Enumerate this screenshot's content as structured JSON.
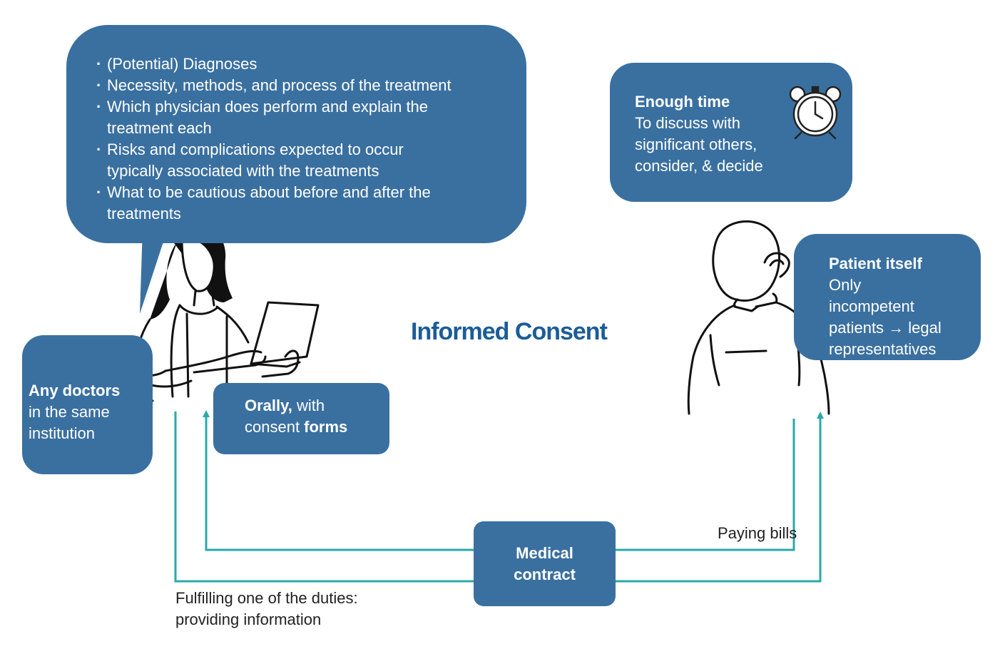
{
  "title": "Informed Consent",
  "info_bubble": {
    "items": [
      "(Potential) Diagnoses",
      "Necessity, methods, and process of the treatment",
      "Which physician does perform and explain the treatment each",
      "Risks and complications expected to occur typically associated with the treatments",
      "What to be cautious about before and after the treatments"
    ]
  },
  "time_box": {
    "heading": "Enough time",
    "text": "To discuss with significant others, consider, & decide",
    "icon": "alarm-clock-icon"
  },
  "patient_box": {
    "heading": "Patient itself",
    "text": "Only incompetent patients → legal representatives"
  },
  "doctors_box": {
    "heading": "Any doctors",
    "text": "in the same institution"
  },
  "orally_box": {
    "bold1": "Orally,",
    "text1": " with",
    "text2": "consent ",
    "bold2": "forms"
  },
  "contract_box": {
    "line1": "Medical",
    "line2": "contract"
  },
  "labels": {
    "paying": "Paying bills",
    "fulfilling1": "Fulfilling one of the duties:",
    "fulfilling2": "providing information"
  },
  "colors": {
    "box": "#3a70a0",
    "title": "#1b5c99",
    "arrow": "#2aa9a9"
  }
}
